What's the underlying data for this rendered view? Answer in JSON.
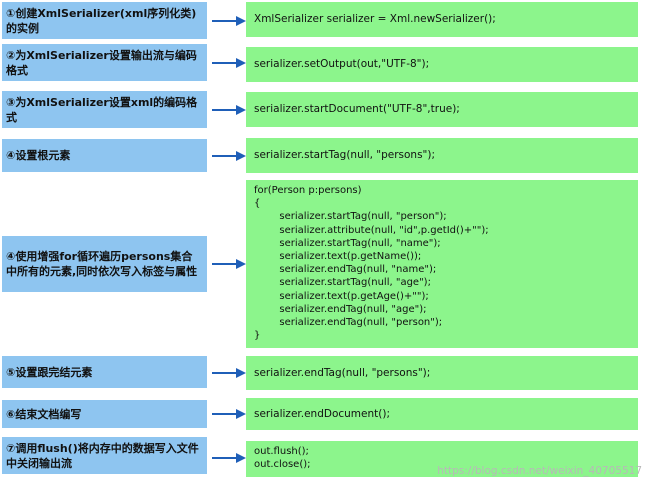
{
  "steps": [
    {
      "label": "①创建XmlSerializer(xml序列化类)的实例",
      "code": [
        "XmlSerializer serializer = Xml.newSerializer();"
      ]
    },
    {
      "label": "②为XmlSerializer设置输出流与编码格式",
      "code": [
        "serializer.setOutput(out,\"UTF-8\");"
      ]
    },
    {
      "label": "③为XmlSerializer设置xml的编码格式",
      "code": [
        "serializer.startDocument(\"UTF-8\",true);"
      ]
    },
    {
      "label": "④设置根元素",
      "code": [
        "serializer.startTag(null, \"persons\");"
      ]
    },
    {
      "label": "④使用增强for循环遍历persons集合中所有的元素,同时依次写入标签与属性",
      "code": [
        "for(Person p:persons)",
        "{",
        "        serializer.startTag(null, \"person\");",
        "        serializer.attribute(null, \"id\",p.getId()+\"\");",
        "        serializer.startTag(null, \"name\");",
        "        serializer.text(p.getName());",
        "        serializer.endTag(null, \"name\");",
        "        serializer.startTag(null, \"age\");",
        "        serializer.text(p.getAge()+\"\");",
        "        serializer.endTag(null, \"age\");",
        "        serializer.endTag(null, \"person\");",
        "}"
      ]
    },
    {
      "label": "⑤设置跟完结元素",
      "code": [
        "serializer.endTag(null, \"persons\");"
      ]
    },
    {
      "label": "⑥结束文档编写",
      "code": [
        "serializer.endDocument();"
      ]
    },
    {
      "label": "⑦调用flush()将内存中的数据写入文件中关闭输出流",
      "code": [
        "out.flush();",
        "out.close();"
      ]
    }
  ],
  "watermark": "https://blog.csdn.net/weixin_40705517",
  "colors": {
    "label_bg": "#8ec5f0",
    "code_bg": "#8cf58c",
    "arrow": "#1f5fb8"
  }
}
